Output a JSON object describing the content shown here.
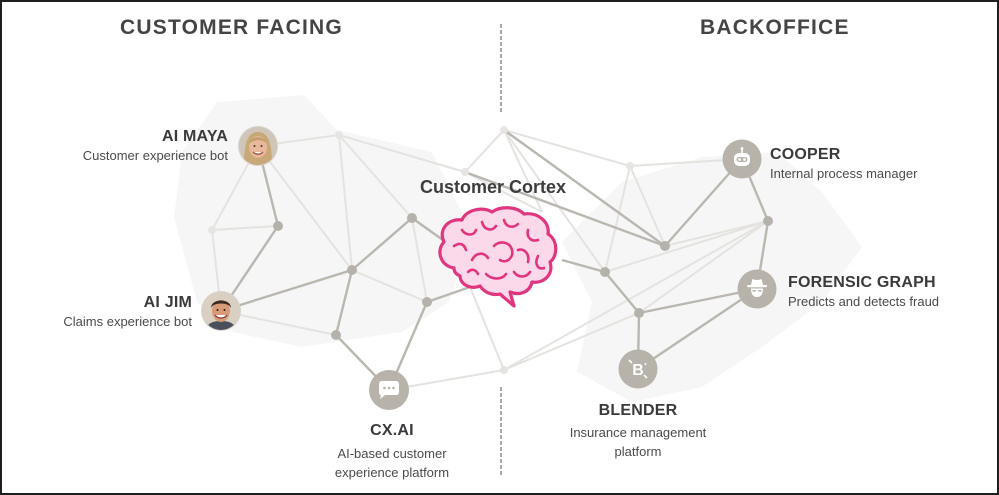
{
  "sections": {
    "left_title": "CUSTOMER FACING",
    "right_title": "BACKOFFICE"
  },
  "center": {
    "title": "Customer Cortex",
    "icon": "brain-icon",
    "color": "#e0357f",
    "fill_color": "#fbd7ea"
  },
  "nodes": [
    {
      "id": "ai-maya",
      "name": "AI MAYA",
      "description": "Customer experience bot",
      "icon": "avatar-photo-woman",
      "side": "customer-facing"
    },
    {
      "id": "ai-jim",
      "name": "AI JIM",
      "description": "Claims experience bot",
      "icon": "avatar-photo-man",
      "side": "customer-facing"
    },
    {
      "id": "cx-ai",
      "name": "CX.AI",
      "description_lines": [
        "AI-based customer",
        "experience platform"
      ],
      "icon": "chat-bubble-icon",
      "side": "customer-facing"
    },
    {
      "id": "cooper",
      "name": "COOPER",
      "description": "Internal process manager",
      "icon": "robot-icon",
      "side": "backoffice"
    },
    {
      "id": "forensic-graph",
      "name": "FORENSIC GRAPH",
      "description": "Predicts and detects fraud",
      "icon": "detective-icon",
      "side": "backoffice"
    },
    {
      "id": "blender",
      "name": "BLENDER",
      "description_lines": [
        "Insurance management",
        "platform"
      ],
      "icon": "blender-b-icon",
      "side": "backoffice"
    }
  ],
  "colors": {
    "node_gray": "#b5b2ab",
    "edge_dark": "#b9b7b0",
    "edge_light": "#e6e5e2",
    "divider": "#a8a8a8",
    "blob": "#f5f5f5"
  }
}
